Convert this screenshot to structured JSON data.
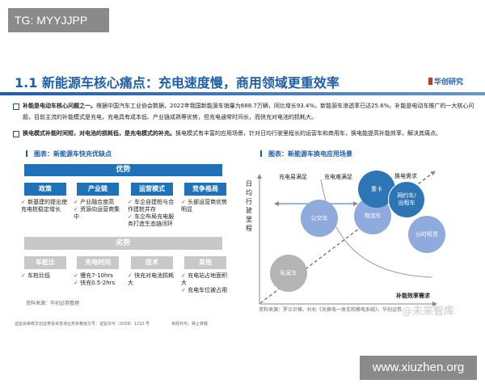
{
  "overlay": {
    "tg_label": "TG: MYYJJPP",
    "watermark": "www.xiuzhen.org"
  },
  "slide": {
    "title": "1.1 新能源车核心痛点：充电速度慢，商用领域更重效率",
    "logo": "华创研究",
    "bullets": [
      {
        "bold": "补能是电动车核心问题之一。",
        "text": "根据中国汽车工业协会数据，2022年我国新能源车销量为688.7万辆，同比增长93.4%，新能源车渗透率已达25.6%。补能是电动车推广的一大核心问题，目前主流的补能模式是充电，充电具有成本低、产业链成熟等优势，但充电通常时间长，而快充对电池的损耗大。"
      },
      {
        "bold": "换电模式补能时间短，对电池的损耗低，是充电模式的补充。",
        "text": "换电模式有丰富的应用场景，针对日均行驶里程长的运营车和商用车，换电能提高补能效率，解决其痛点。"
      }
    ],
    "left_chart": {
      "title": "图表：新能源车快充优缺点",
      "advantages": {
        "label": "优势",
        "columns": [
          {
            "head": "政策",
            "items": [
              "新基建的提出使充电桩稳定增长"
            ]
          },
          {
            "head": "产业链",
            "items": [
              "产业融合度高",
              "资源向运营商集中"
            ]
          },
          {
            "head": "运营模式",
            "items": [
              "车企自建桩与合作建桩并存",
              "车企布局充电服务打造生态链闭环"
            ]
          },
          {
            "head": "竞争格局",
            "items": [
              "头部运营商优势明显"
            ]
          }
        ]
      },
      "disadvantages": {
        "label": "劣势",
        "columns": [
          {
            "head": "车桩比",
            "items": [
              "车桩比低"
            ]
          },
          {
            "head": "充电时间",
            "items": [
              "慢充7-10hrs",
              "快充0.5-2hrs"
            ]
          },
          {
            "head": "技术",
            "items": [
              "快充对电池损耗大"
            ]
          },
          {
            "head": "其他",
            "items": [
              "充电站占地面积大",
              "充电车位被占用"
            ]
          }
        ]
      },
      "source": "资料来源：华创证券整理"
    },
    "right_chart": {
      "title": "图表：新能源车换电应用场景",
      "y_label": "日均行驶里程",
      "x_label": "补能效率需求",
      "region_left": "充电易满足",
      "region_right": "充电难满足",
      "trend_label": "换电需求",
      "bubbles": [
        {
          "label": "公交车",
          "color": "#8faadc"
        },
        {
          "label": "物流车",
          "color": "#8faadc"
        },
        {
          "label": "重卡",
          "color": "#2e75b6"
        },
        {
          "label": "网约车/出租车",
          "color": "#2e75b6"
        },
        {
          "label": "分时租赁",
          "color": "#8faadc"
        },
        {
          "label": "私家车",
          "color": "#b4b4b4"
        }
      ],
      "source": "资料来源：罗兰贝格、杉杉《充换电一体车和换电系统》，华创证券",
      "watermark": "@未来智库"
    },
    "footer_left": "证监会审核华创证券投资咨询业务资格批文号：证监许可（2009）1210 号",
    "footer_right": "未经许可，禁止转载"
  },
  "colors": {
    "accent": "#1f5fa8",
    "advantage": "#1f72b8",
    "disadvantage": "#c8c8c8"
  }
}
